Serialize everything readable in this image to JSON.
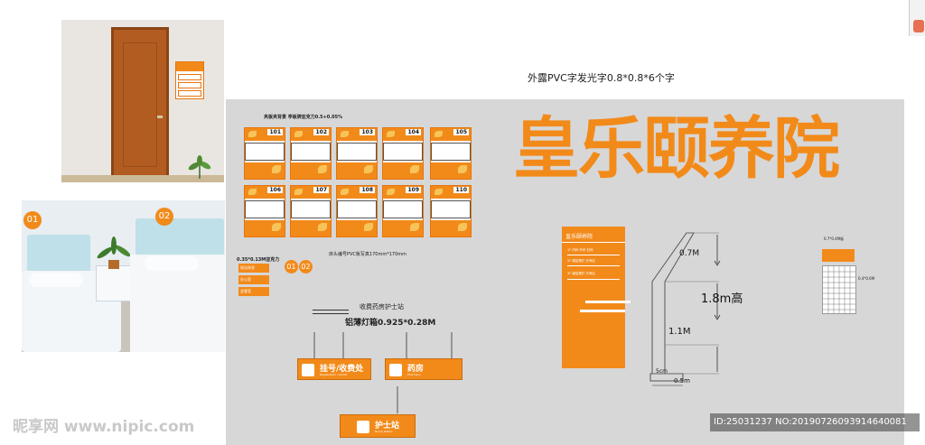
{
  "board": {
    "pvc_note": "外露PVC字发光字0.8*0.8*6个字",
    "brand": "皇乐颐养院",
    "room_sign_note": "夹板夹背景 亭板牌亚克力0.5+0.05%",
    "bed_card_note": "床头编号PVC板写真170mm*170mm",
    "acrylic_note": "0.35*0.13M亚克力",
    "bed_numbers": [
      "01",
      "02"
    ],
    "room_numbers_row1": [
      "101",
      "102",
      "103",
      "104",
      "105"
    ],
    "room_numbers_row2": [
      "106",
      "107",
      "108",
      "109",
      "110"
    ],
    "small_tags": [
      "保洁休息",
      "办公室",
      "会客室"
    ],
    "hanging_title": "收费药房护士站",
    "hanging_size": "铝薄灯箱0.925*0.28M",
    "signs": [
      {
        "label": "挂号/收费处",
        "sub": "Registration counter"
      },
      {
        "label": "药房",
        "sub": "Pharmacy"
      },
      {
        "label": "护士站",
        "sub": "Nurse station"
      }
    ],
    "panel_title": "皇乐颐养院",
    "panel_items": [
      "1F  内科 外科 妇科",
      "2F  康复理疗 疗养区",
      "3F  康复理疗 疗养区"
    ],
    "dims": {
      "top": "0.7M",
      "height": "1.8m高",
      "mid": "1.1M",
      "base": "5cm",
      "width": "0.5m"
    },
    "grid_note": "0.7*0.4M板",
    "grid_note2": "0.4*0.6M"
  },
  "photos": {
    "badge1": "01",
    "badge2": "02"
  },
  "watermark": {
    "left": "昵享网 www.nipic.com",
    "right": "ID:25031237 NO:20190726093914640081"
  }
}
